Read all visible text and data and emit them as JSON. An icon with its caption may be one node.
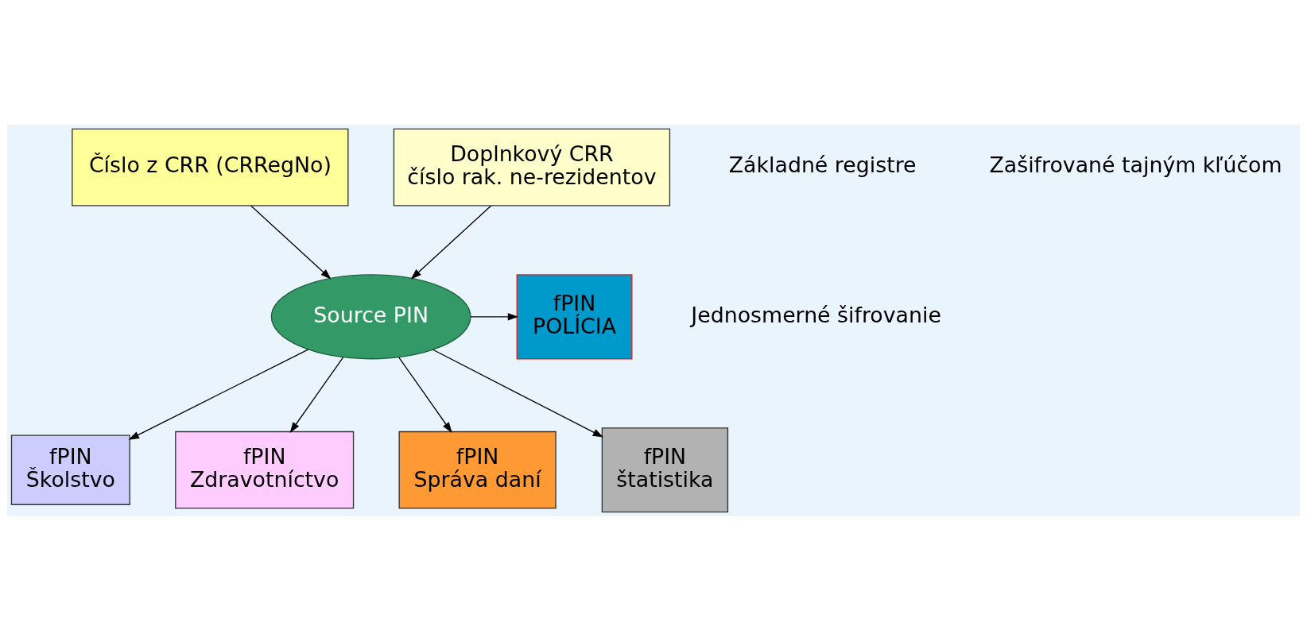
{
  "diagram": {
    "nodes": [
      {
        "text": [
          "Číslo z CRR (CRRegNo)"
        ]
      },
      {
        "text": [
          "Doplnkový CRR",
          "číslo rak. ne-rezidentov"
        ]
      },
      {
        "text": [
          "Source PIN"
        ]
      },
      {
        "text": [
          "fPIN",
          "POLÍCIA"
        ]
      },
      {
        "text": [
          "fPIN",
          "Školstvo"
        ]
      },
      {
        "text": [
          "fPIN",
          "Zdravotníctvo"
        ]
      },
      {
        "text": [
          "fPIN",
          "Správa daní"
        ]
      },
      {
        "text": [
          "fPIN",
          "štatistika"
        ]
      }
    ],
    "edges": [
      {
        "from": 0,
        "to": 2,
        "arrow": "to"
      },
      {
        "from": 1,
        "to": 2,
        "arrow": "to"
      },
      {
        "from": 2,
        "to": 3,
        "arrow": "to"
      },
      {
        "from": 2,
        "to": 4,
        "arrow": "to"
      },
      {
        "from": 2,
        "to": 5,
        "arrow": "to"
      },
      {
        "from": 2,
        "to": 6,
        "arrow": "to"
      },
      {
        "from": 2,
        "to": 7,
        "arrow": "to"
      }
    ],
    "labels": [
      "Základné registre",
      "Zašifrované tajným kľúčom",
      "Jednosmerné šifrovanie"
    ]
  }
}
